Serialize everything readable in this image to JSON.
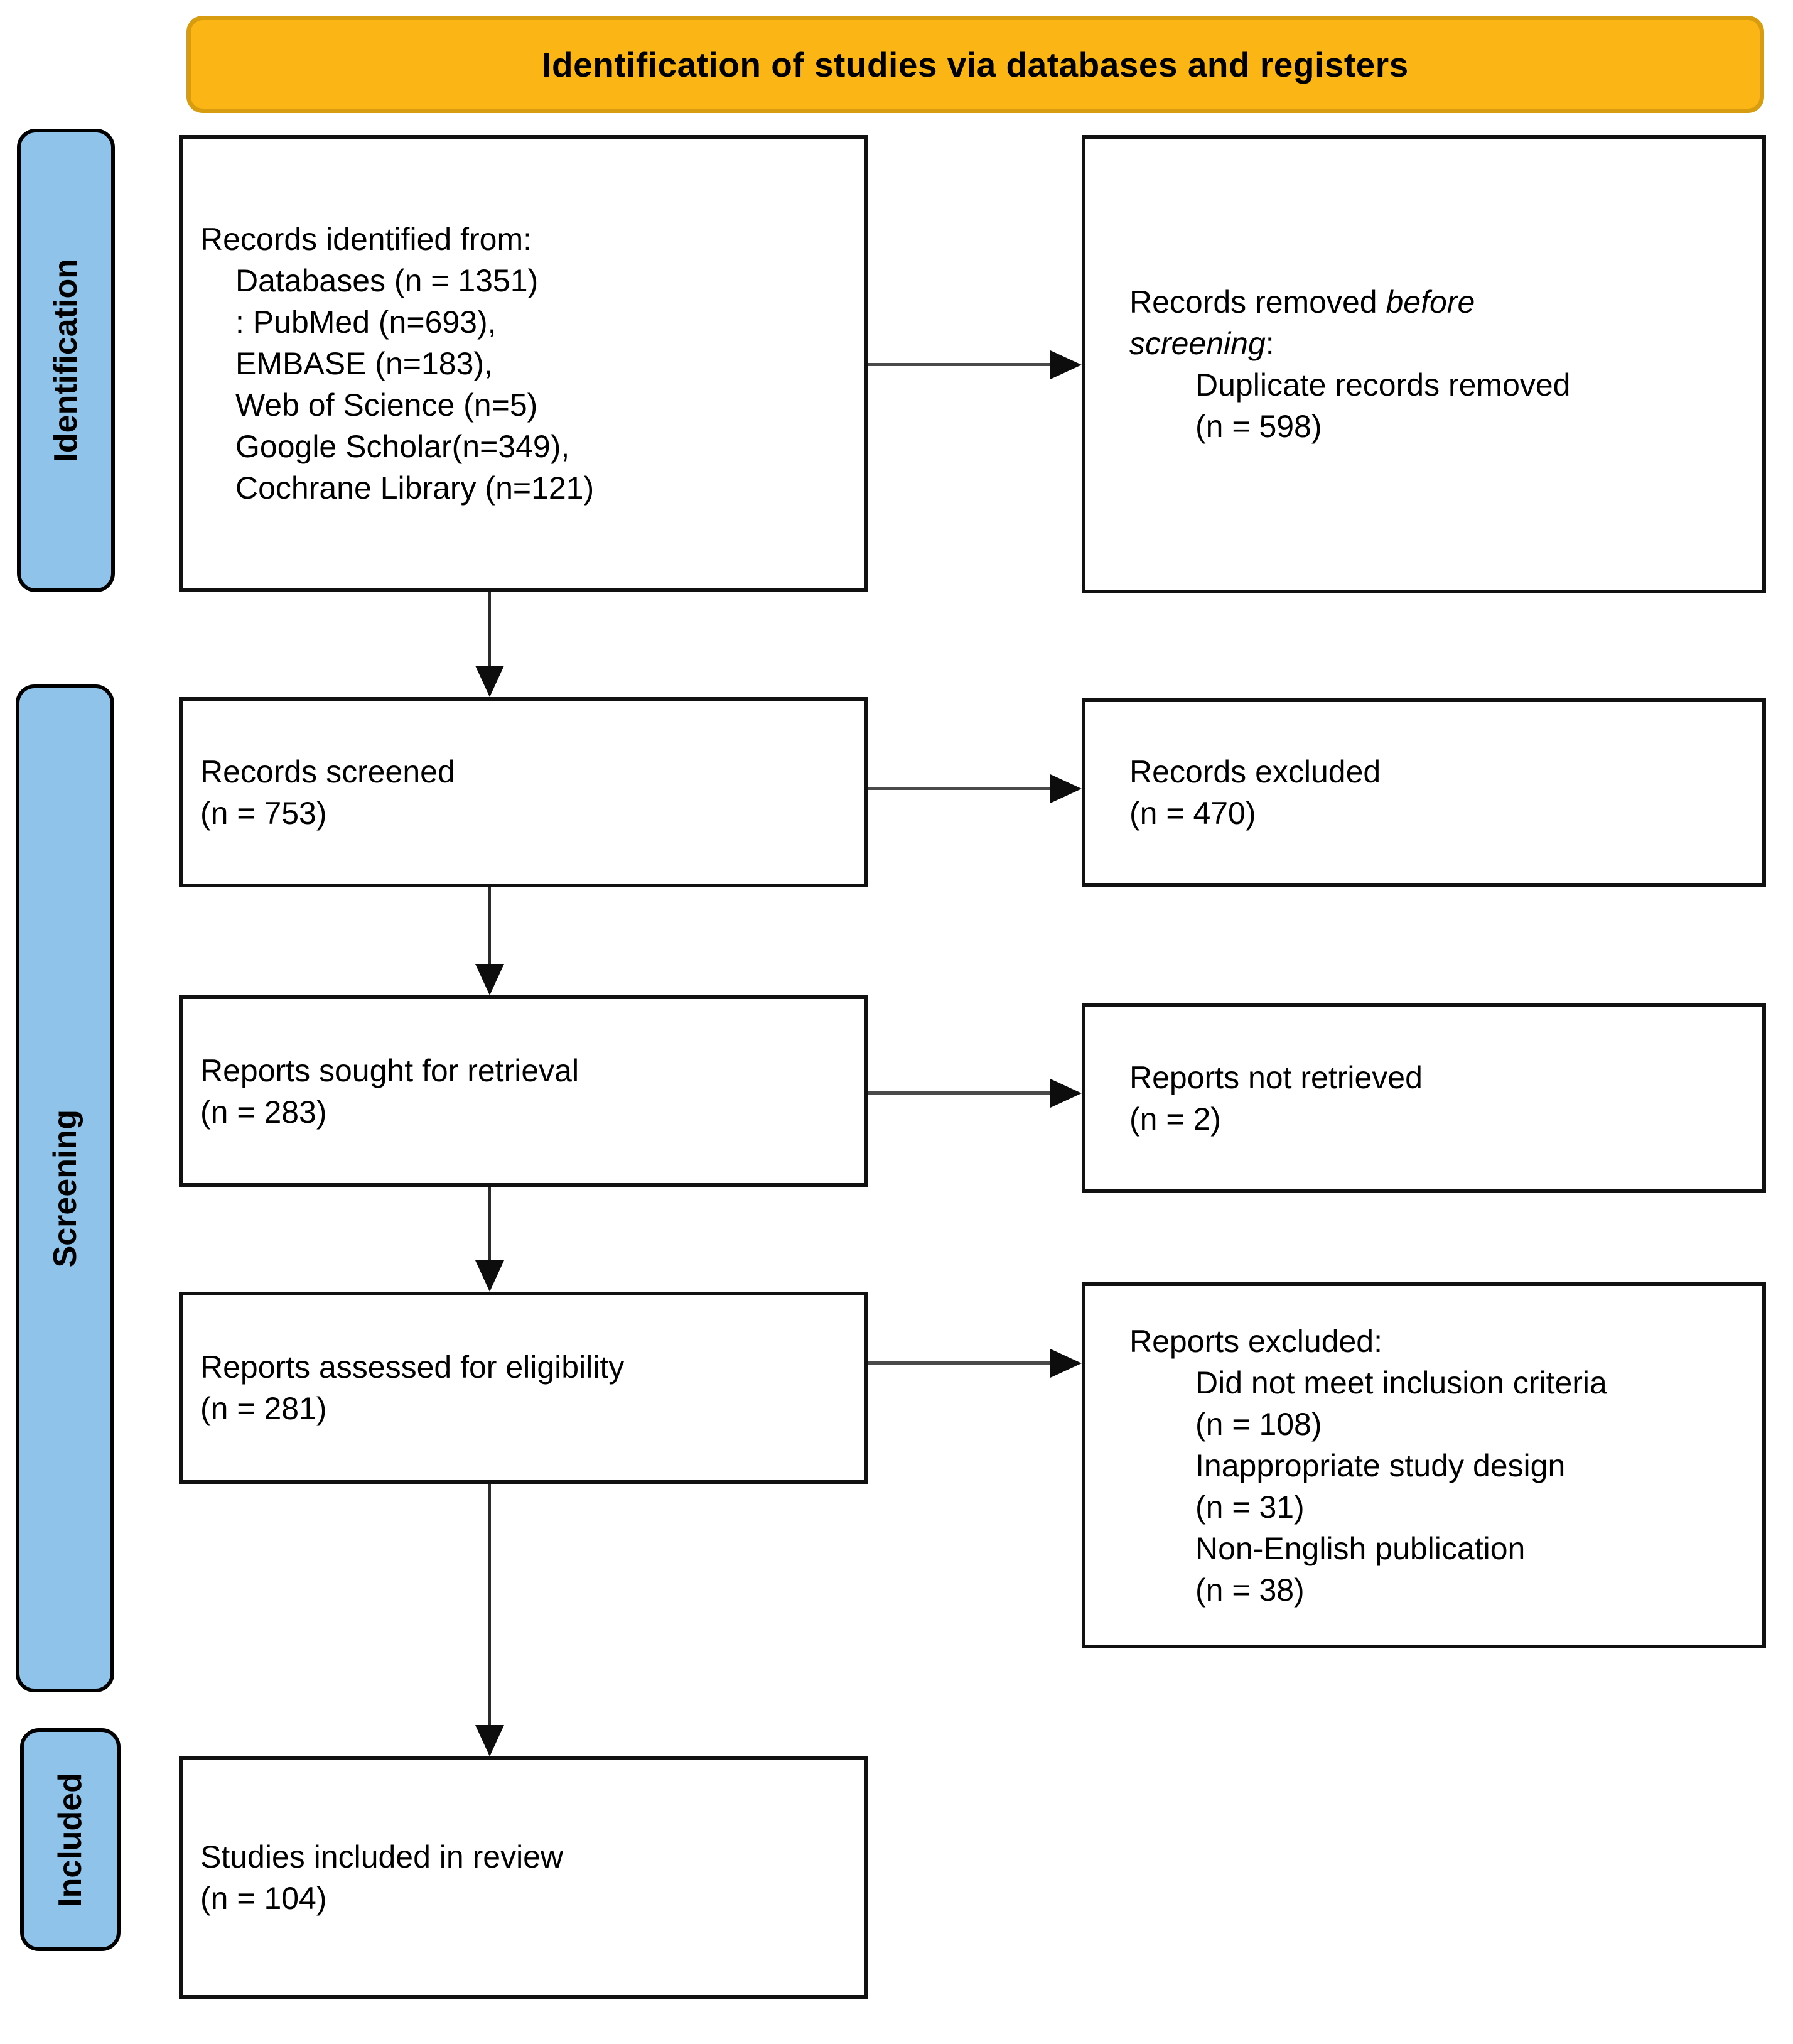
{
  "header": {
    "title": "Identification of studies via databases and registers"
  },
  "sidebar": {
    "stages": [
      "Identification",
      "Screening",
      "Included"
    ]
  },
  "boxes": {
    "records_identified": {
      "intro": "Records identified from:",
      "items": [
        "Databases (n = 1351)",
        ": PubMed (n=693),",
        "EMBASE (n=183),",
        "Web of Science (n=5)",
        "Google Scholar(n=349),",
        "Cochrane Library (n=121)"
      ]
    },
    "records_removed": {
      "prefix": "Records removed ",
      "italic_line1": "before",
      "italic_line2": "screening",
      "suffix": ":",
      "items": [
        "Duplicate records removed",
        "(n = 598)"
      ]
    },
    "records_screened": {
      "lines": [
        "Records screened",
        "(n = 753)"
      ]
    },
    "records_excluded": {
      "lines": [
        "Records excluded",
        "(n = 470)"
      ]
    },
    "reports_sought": {
      "lines": [
        "Reports sought for retrieval",
        "(n = 283)"
      ]
    },
    "reports_not_retrieved": {
      "lines": [
        "Reports not retrieved",
        "(n = 2)"
      ]
    },
    "reports_assessed": {
      "lines": [
        "Reports assessed for eligibility",
        "(n = 281)"
      ]
    },
    "reports_excluded": {
      "intro": "Reports excluded:",
      "items": [
        "Did not meet inclusion criteria",
        "(n = 108)",
        "Inappropriate study design",
        "(n = 31)",
        "Non-English publication",
        "(n = 38)"
      ]
    },
    "studies_included": {
      "lines": [
        "Studies included in review",
        "(n = 104)"
      ]
    }
  },
  "colors": {
    "banner_fill": "#FBB615",
    "banner_border": "#D89C10",
    "stage_fill": "#8FC3EA",
    "box_border": "#111111",
    "text": "#000000"
  }
}
